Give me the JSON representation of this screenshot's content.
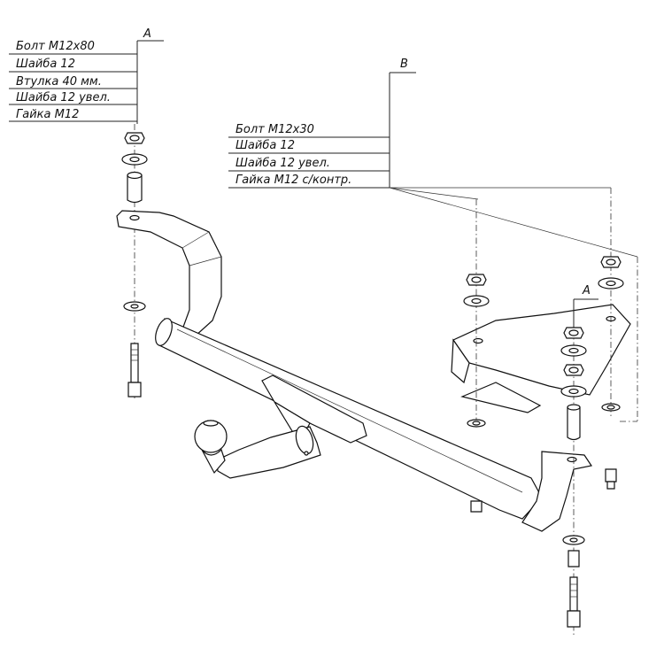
{
  "legend_a": {
    "letter": "A",
    "items": [
      "Болт М12x80",
      "Шайба 12",
      "Втулка 40 мм.",
      "Шайба 12 увел.",
      "Гайка М12"
    ]
  },
  "legend_b": {
    "letter": "B",
    "items": [
      "Болт М12x30",
      "Шайба 12",
      "Шайба 12 увел.",
      "Гайка М12 с/контр."
    ]
  },
  "callout_right": {
    "letter": "A"
  }
}
